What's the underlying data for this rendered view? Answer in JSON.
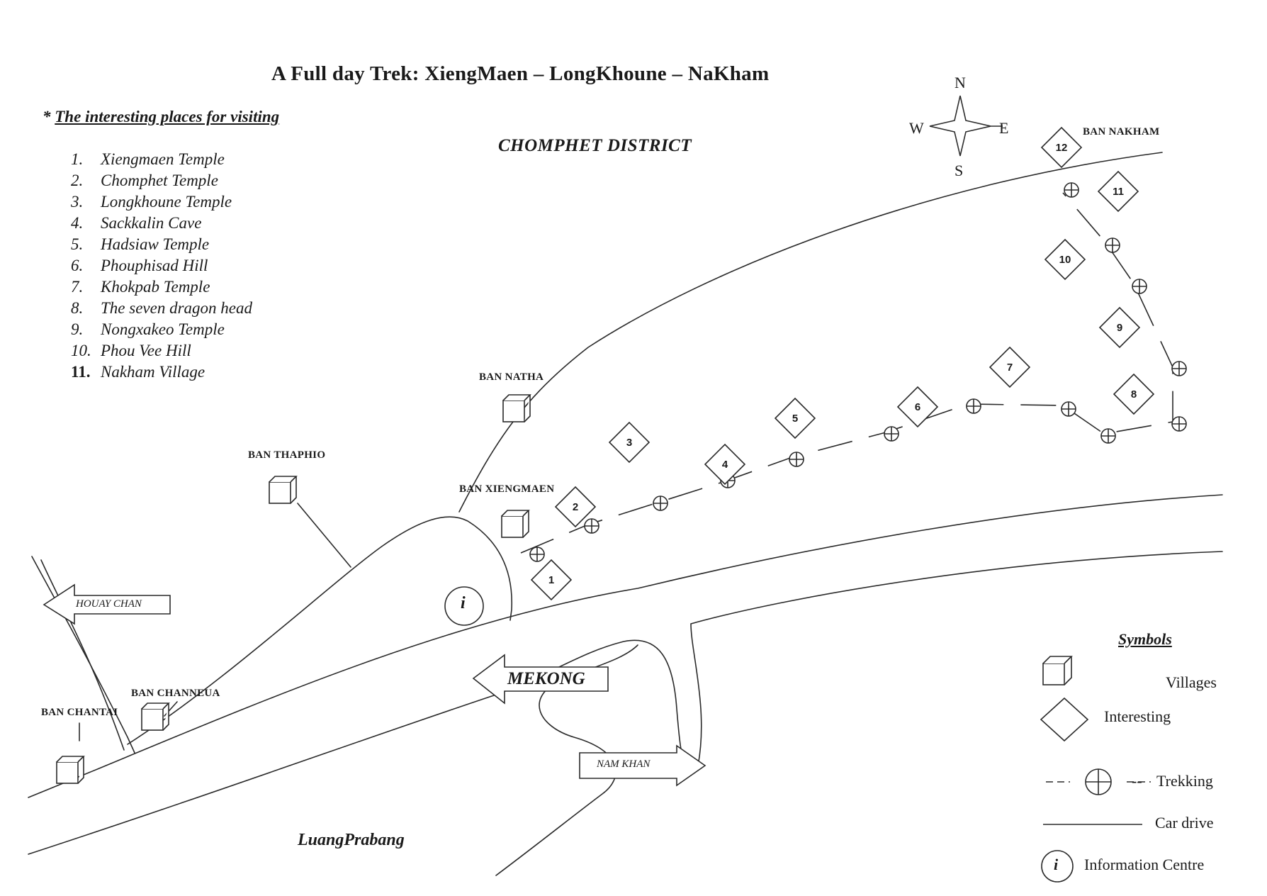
{
  "title": "A Full day Trek: XiengMaen – LongKhoune – NaKham",
  "places_heading": {
    "star": "* ",
    "text": "The interesting places for visiting"
  },
  "places": [
    {
      "num": "1.",
      "name": "Xiengmaen Temple"
    },
    {
      "num": "2.",
      "name": "Chomphet Temple"
    },
    {
      "num": "3.",
      "name": "Longkhoune Temple"
    },
    {
      "num": "4.",
      "name": "Sackkalin Cave"
    },
    {
      "num": "5.",
      "name": "Hadsiaw Temple"
    },
    {
      "num": "6.",
      "name": "Phouphisad Hill"
    },
    {
      "num": "7.",
      "name": "Khokpab Temple"
    },
    {
      "num": "8.",
      "name": "The seven dragon head"
    },
    {
      "num": "9.",
      "name": "Nongxakeo Temple"
    },
    {
      "num": "10.",
      "name": "Phou Vee Hill"
    },
    {
      "num": "11.",
      "name": "Nakham Village"
    }
  ],
  "district": "CHOMPHET DISTRICT",
  "compass": {
    "n": "N",
    "s": "S",
    "e": "E",
    "w": "W"
  },
  "villages": {
    "nakham": "BAN NAKHAM",
    "natha": "BAN NATHA",
    "thaphio": "BAN THAPHIO",
    "xiengmaen": "BAN XIENGMAEN",
    "channeua": "BAN CHANNEUA",
    "chantai": "BAN CHANTAI"
  },
  "sites": [
    "1",
    "2",
    "3",
    "4",
    "5",
    "6",
    "7",
    "8",
    "9",
    "10",
    "11",
    "12"
  ],
  "arrows": {
    "houay_chan": "HOUAY CHAN",
    "mekong": "MEKONG",
    "nam_khan": "NAM KHAN"
  },
  "city": "LuangPrabang",
  "info_symbol": "i",
  "legend": {
    "title": "Symbols",
    "villages": "Villages",
    "interesting": "Interesting",
    "trekking": "Trekking",
    "car_drive": "Car drive",
    "info_centre": "Information Centre"
  },
  "colors": {
    "ink": "#1a1a1a",
    "paper": "#ffffff"
  }
}
